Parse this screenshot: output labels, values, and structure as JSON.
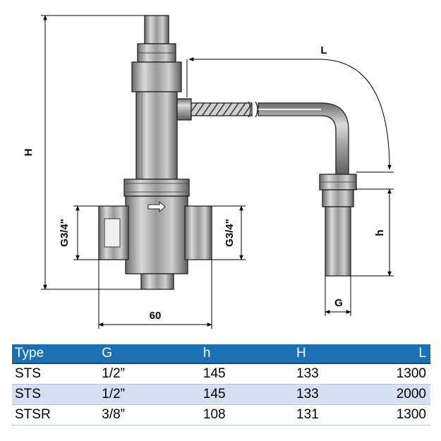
{
  "dimensions": {
    "H": "H",
    "L": "L",
    "h": "h",
    "G": "G",
    "G_thread": "G3/4\"",
    "width": "60"
  },
  "table": {
    "headers": [
      "Type",
      "G",
      "h",
      "H",
      "L"
    ],
    "rows": [
      [
        "STS",
        "1/2”",
        "145",
        "133",
        "1300"
      ],
      [
        "STS",
        "1/2”",
        "145",
        "133",
        "2000"
      ],
      [
        "STSR",
        "3/8”",
        "108",
        "131",
        "1300"
      ]
    ]
  },
  "colors": {
    "header_bg": "#1b6fb3",
    "header_text": "#ffffff",
    "alt_row_bg": "#d5dff1"
  }
}
